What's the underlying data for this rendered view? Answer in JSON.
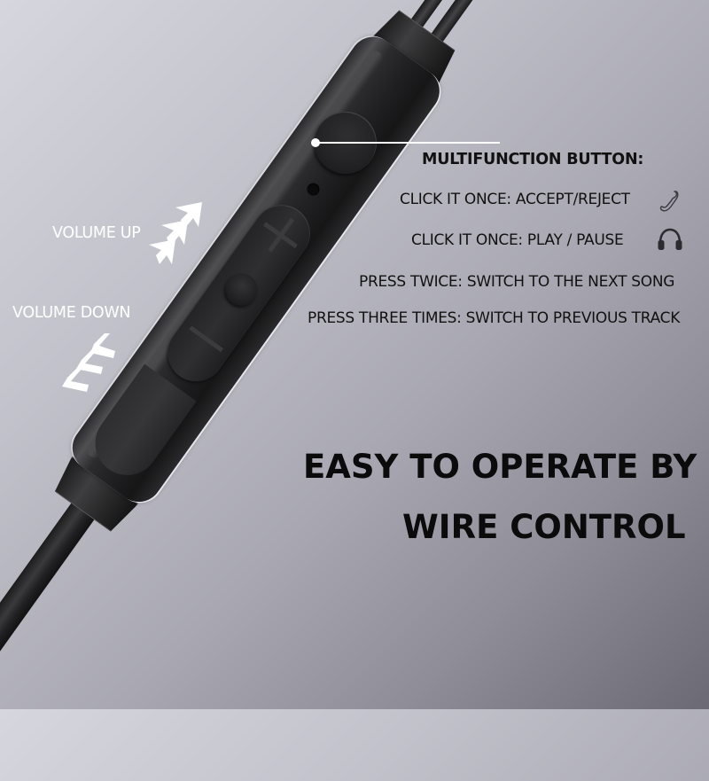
{
  "product": {
    "name": "In-line wire remote control",
    "colors": {
      "background_top_left": "#d6d6de",
      "background_bottom_right": "#6b6a74",
      "remote_body": "#222224",
      "callout": "#ffffff",
      "text_dark": "#111111",
      "text_light": "#ffffff"
    }
  },
  "callout": {
    "title": "MULTIFUNCTION BUTTON:",
    "functions": [
      {
        "text": "CLICK IT ONCE: ACCEPT/REJECT",
        "icon": "phone-icon"
      },
      {
        "text": "CLICK IT ONCE: PLAY / PAUSE",
        "icon": "headphones-icon"
      },
      {
        "text": "PRESS TWICE: SWITCH TO THE NEXT SONG",
        "icon": null
      },
      {
        "text": "PRESS THREE TIMES: SWITCH TO PREVIOUS TRACK",
        "icon": null
      }
    ]
  },
  "volume": {
    "up_label": "VOLUME UP",
    "down_label": "VOLUME DOWN",
    "up_symbol": "+",
    "down_symbol": "−"
  },
  "headline": {
    "line1": "EASY TO OPERATE BY",
    "line2": "WIRE CONTROL"
  }
}
